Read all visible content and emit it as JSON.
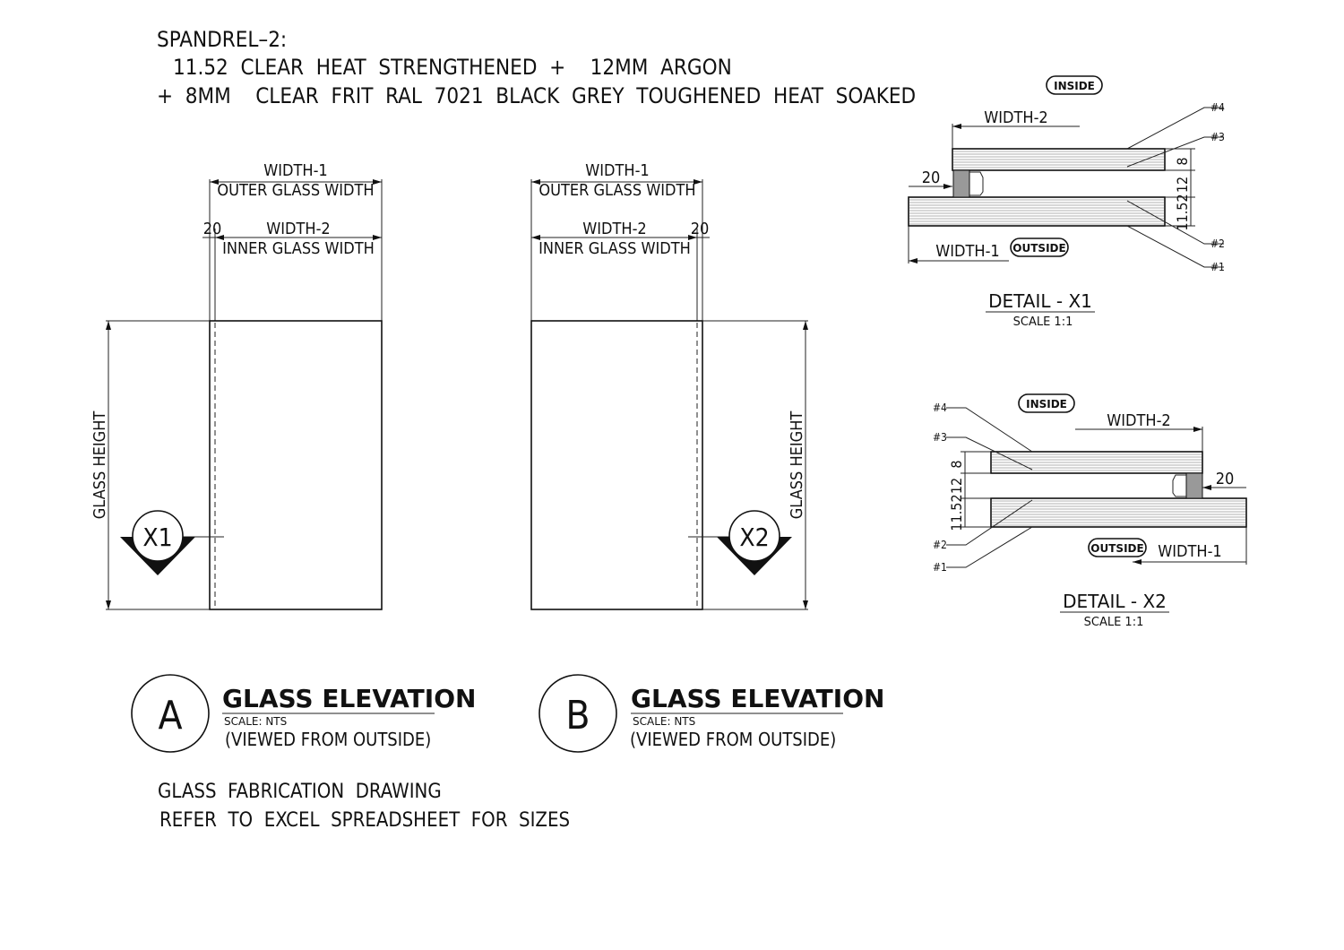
{
  "spec": {
    "line1": "SPANDREL–2:",
    "line2": "11.52  CLEAR  HEAT  STRENGTHENED  +    12MM  ARGON",
    "line3": "+  8MM    CLEAR  FRIT  RAL  7021  BLACK  GREY  TOUGHENED  HEAT  SOAKED"
  },
  "elevations": [
    {
      "letter": "A",
      "title": "GLASS ELEVATION",
      "scale": "SCALE: NTS",
      "view": "(VIEWED FROM OUTSIDE)",
      "width1_label": "WIDTH-1",
      "width1_sub": "OUTER GLASS WIDTH",
      "width2_label": "WIDTH-2",
      "width2_sub": "INNER GLASS WIDTH",
      "offset": "20",
      "height_label": "GLASS HEIGHT",
      "callout": "X1"
    },
    {
      "letter": "B",
      "title": "GLASS ELEVATION",
      "scale": "SCALE: NTS",
      "view": "(VIEWED FROM OUTSIDE)",
      "width1_label": "WIDTH-1",
      "width1_sub": "OUTER GLASS WIDTH",
      "width2_label": "WIDTH-2",
      "width2_sub": "INNER GLASS WIDTH",
      "offset": "20",
      "height_label": "GLASS HEIGHT",
      "callout": "X2"
    }
  ],
  "details": [
    {
      "title": "DETAIL - X1",
      "scale": "SCALE 1:1",
      "inside": "INSIDE",
      "outside": "OUTSIDE",
      "width1": "WIDTH-1",
      "width2": "WIDTH-2",
      "offset": "20",
      "dim_outer": "8",
      "dim_gap": "12",
      "dim_inner": "11.52",
      "surfaces": [
        "#4",
        "#3",
        "#2",
        "#1"
      ]
    },
    {
      "title": "DETAIL - X2",
      "scale": "SCALE 1:1",
      "inside": "INSIDE",
      "outside": "OUTSIDE",
      "width1": "WIDTH-1",
      "width2": "WIDTH-2",
      "offset": "20",
      "dim_outer": "8",
      "dim_gap": "12",
      "dim_inner": "11.52",
      "surfaces": [
        "#4",
        "#3",
        "#2",
        "#1"
      ]
    }
  ],
  "notes": {
    "line1": "GLASS  FABRICATION  DRAWING",
    "line2": "REFER  TO  EXCEL  SPREADSHEET  FOR  SIZES"
  }
}
